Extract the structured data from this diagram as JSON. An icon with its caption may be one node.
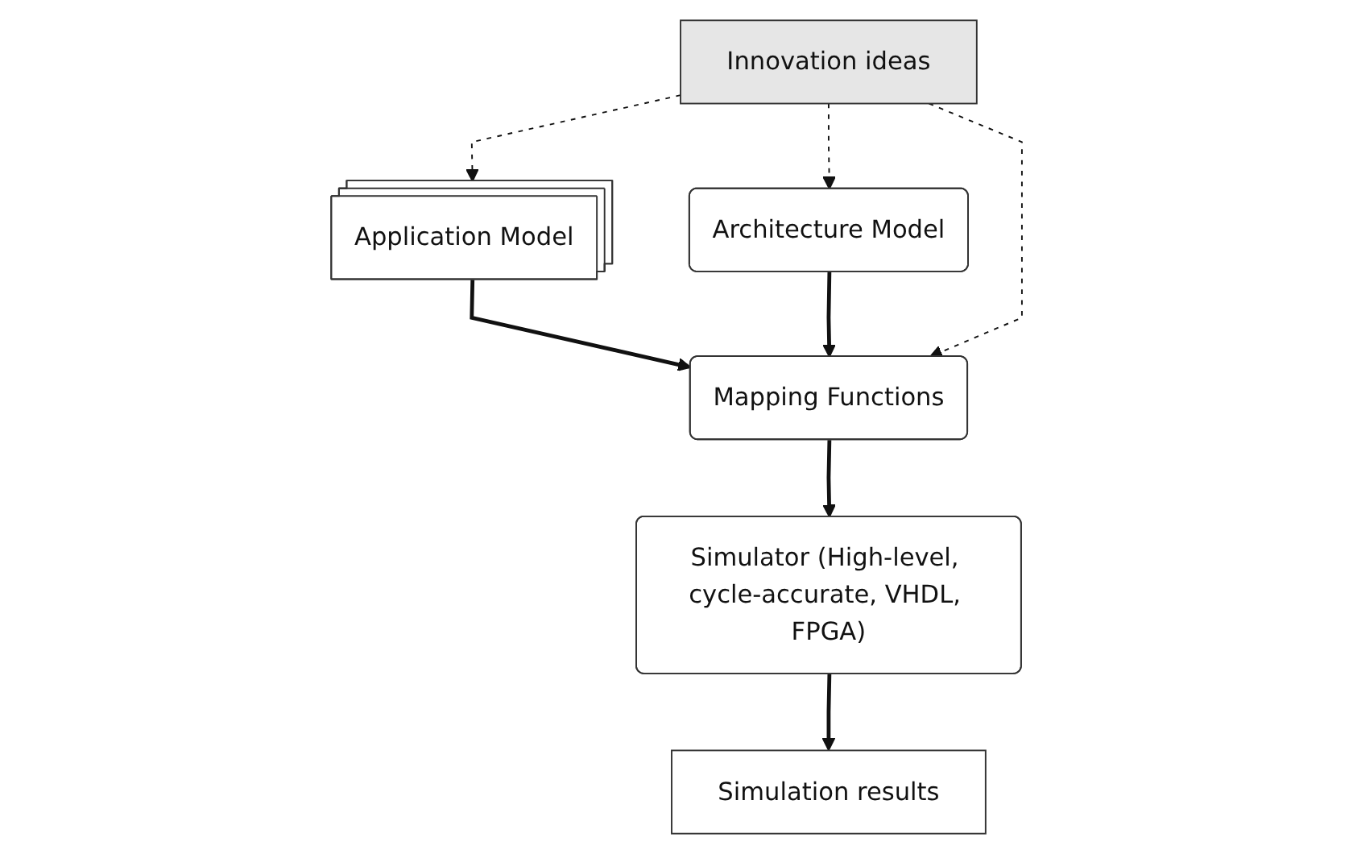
{
  "diagram": {
    "nodes": [
      {
        "text": [
          "Application Model"
        ]
      },
      {
        "text": [
          "Architecture Model"
        ]
      },
      {
        "text": [
          "Mapping Functions"
        ]
      },
      {
        "text": [
          "Simulator (High-level, cycle-accurate, VHDL, FPGA)"
        ]
      },
      {
        "text": [
          "Simulation results"
        ]
      },
      {
        "text": [
          "Innovation ideas"
        ]
      }
    ],
    "edges": [
      {
        "from": 0,
        "to": 2,
        "arrow": "to"
      },
      {
        "from": 1,
        "to": 2,
        "arrow": "to"
      },
      {
        "from": 2,
        "to": 3,
        "arrow": "to"
      },
      {
        "from": 3,
        "to": 4,
        "arrow": "to"
      },
      {
        "from": 5,
        "to": 0,
        "arrow": "to",
        "style": "dashed"
      },
      {
        "from": 5,
        "to": 1,
        "arrow": "to",
        "style": "dashed"
      },
      {
        "from": 5,
        "to": 2,
        "arrow": "to",
        "style": "dashed"
      }
    ]
  }
}
